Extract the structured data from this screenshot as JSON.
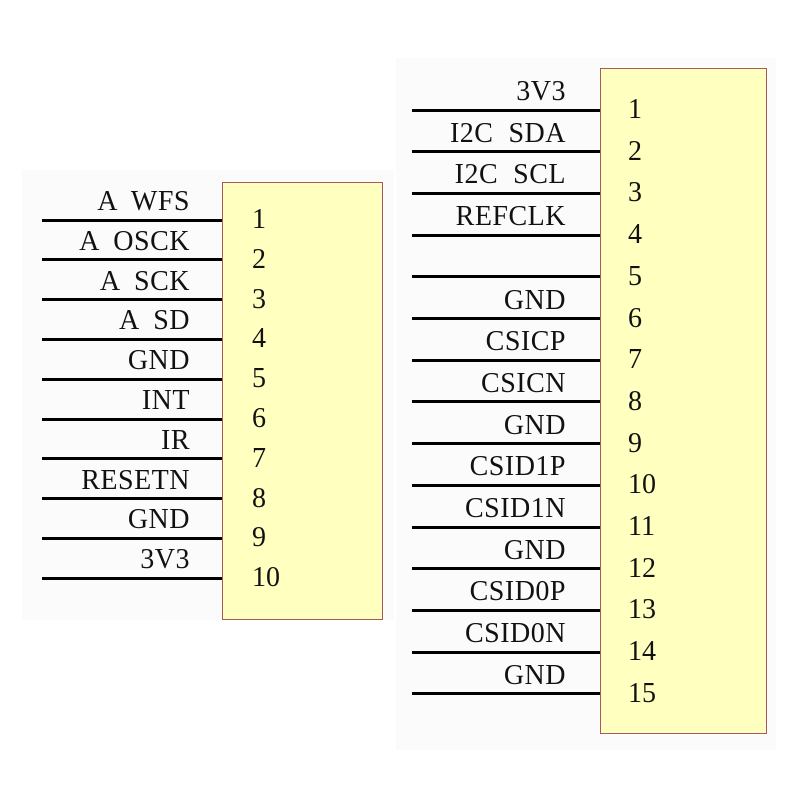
{
  "connectors": [
    {
      "id": "left",
      "pins": [
        {
          "num": "1",
          "label": "A  WFS"
        },
        {
          "num": "2",
          "label": "A  OSCK"
        },
        {
          "num": "3",
          "label": "A  SCK"
        },
        {
          "num": "4",
          "label": "A  SD"
        },
        {
          "num": "5",
          "label": "GND"
        },
        {
          "num": "6",
          "label": "INT"
        },
        {
          "num": "7",
          "label": "IR"
        },
        {
          "num": "8",
          "label": "RESETN"
        },
        {
          "num": "9",
          "label": "GND"
        },
        {
          "num": "10",
          "label": "3V3"
        }
      ]
    },
    {
      "id": "right",
      "pins": [
        {
          "num": "1",
          "label": "3V3"
        },
        {
          "num": "2",
          "label": "I2C  SDA"
        },
        {
          "num": "3",
          "label": "I2C  SCL"
        },
        {
          "num": "4",
          "label": "REFCLK"
        },
        {
          "num": "5",
          "label": ""
        },
        {
          "num": "6",
          "label": "GND"
        },
        {
          "num": "7",
          "label": "CSICP"
        },
        {
          "num": "8",
          "label": "CSICN"
        },
        {
          "num": "9",
          "label": "GND"
        },
        {
          "num": "10",
          "label": "CSID1P"
        },
        {
          "num": "11",
          "label": "CSID1N"
        },
        {
          "num": "12",
          "label": "GND"
        },
        {
          "num": "13",
          "label": "CSID0P"
        },
        {
          "num": "14",
          "label": "CSID0N"
        },
        {
          "num": "15",
          "label": "GND"
        }
      ]
    }
  ],
  "colors": {
    "body_fill": "#ffffc0",
    "body_border": "#a85a5a",
    "wire": "#000000"
  }
}
